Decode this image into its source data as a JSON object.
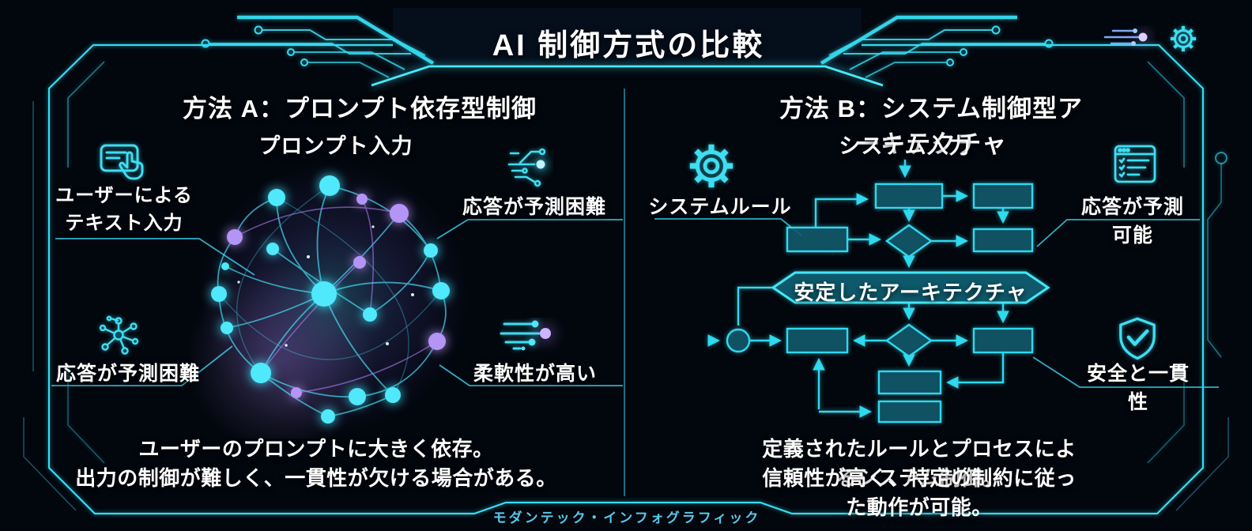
{
  "colors": {
    "bg": "#060f1d",
    "frame": "#35dcf2",
    "accent": "#3fe3f7",
    "accent_dim": "#1e9ec0",
    "purple": "#ab8cf5",
    "text": "#ffffff",
    "footer_text": "#58c9ea",
    "box_fill": "#0c4a5c",
    "banner_fill": "#0e5a6c"
  },
  "header": {
    "title": "AI 制御方式の比較"
  },
  "method_a": {
    "heading": "方法 A：プロンプト依存型制御",
    "input_label": "プロンプト入力",
    "callouts": {
      "user_text_input": "ユーザーによる\nテキスト入力",
      "unpredictable_top": "応答が予測困難",
      "unpredictable_bottom": "応答が予測困難",
      "flexibility": "柔軟性が高い"
    },
    "description": [
      "ユーザーのプロンプトに大きく依存。",
      "出力の制御が難しく、一貫性が欠ける場合がある。"
    ]
  },
  "method_b": {
    "heading": "方法 B：システム制御型アーキテクチャ",
    "input_label": "システム入力",
    "callouts": {
      "system_rules": "システムルール",
      "predictable": "応答が予測可能",
      "safety": "安全と一貫性"
    },
    "banner": "安定したアーキテクチャ",
    "description": [
      "定義されたルールとプロセスによるシステム制御。",
      "信頼性が高く、特定の制約に従った動作が可能。"
    ]
  },
  "footer": {
    "credit": "モダンテック・インフォグラフィック"
  }
}
